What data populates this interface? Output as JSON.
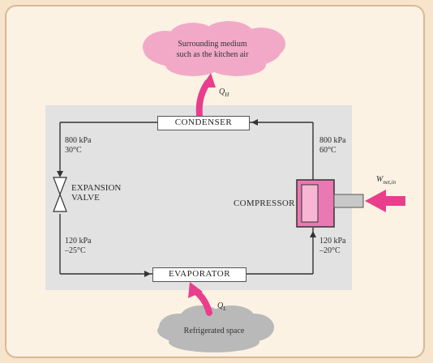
{
  "diagram": {
    "condenser_label": "CONDENSER",
    "evaporator_label": "EVAPORATOR",
    "compressor_label": "COMPRESSOR",
    "expansion_valve_label_line1": "EXPANSION",
    "expansion_valve_label_line2": "VALVE",
    "state_top_left": {
      "pressure": "800 kPa",
      "temperature": "30°C"
    },
    "state_top_right": {
      "pressure": "800 kPa",
      "temperature": "60°C"
    },
    "state_bottom_left": {
      "pressure": "120 kPa",
      "temperature": "–25°C"
    },
    "state_bottom_right": {
      "pressure": "120 kPa",
      "temperature": "–20°C"
    },
    "heat_out_label": "Q",
    "heat_out_subscript": "H",
    "heat_in_label": "Q",
    "heat_in_subscript": "L",
    "work_label": "W",
    "work_subscript": "net,in",
    "top_cloud_line1": "Surrounding medium",
    "top_cloud_line2": "such as the kitchen air",
    "bottom_cloud_text": "Refrigerated space",
    "colors": {
      "top_cloud": "#f2a9c7",
      "bottom_cloud": "#b9b9b9",
      "arrow_magenta": "#e83e8c",
      "compressor_fill": "#ea78b2",
      "panel_gray": "#e2e2e2"
    }
  }
}
